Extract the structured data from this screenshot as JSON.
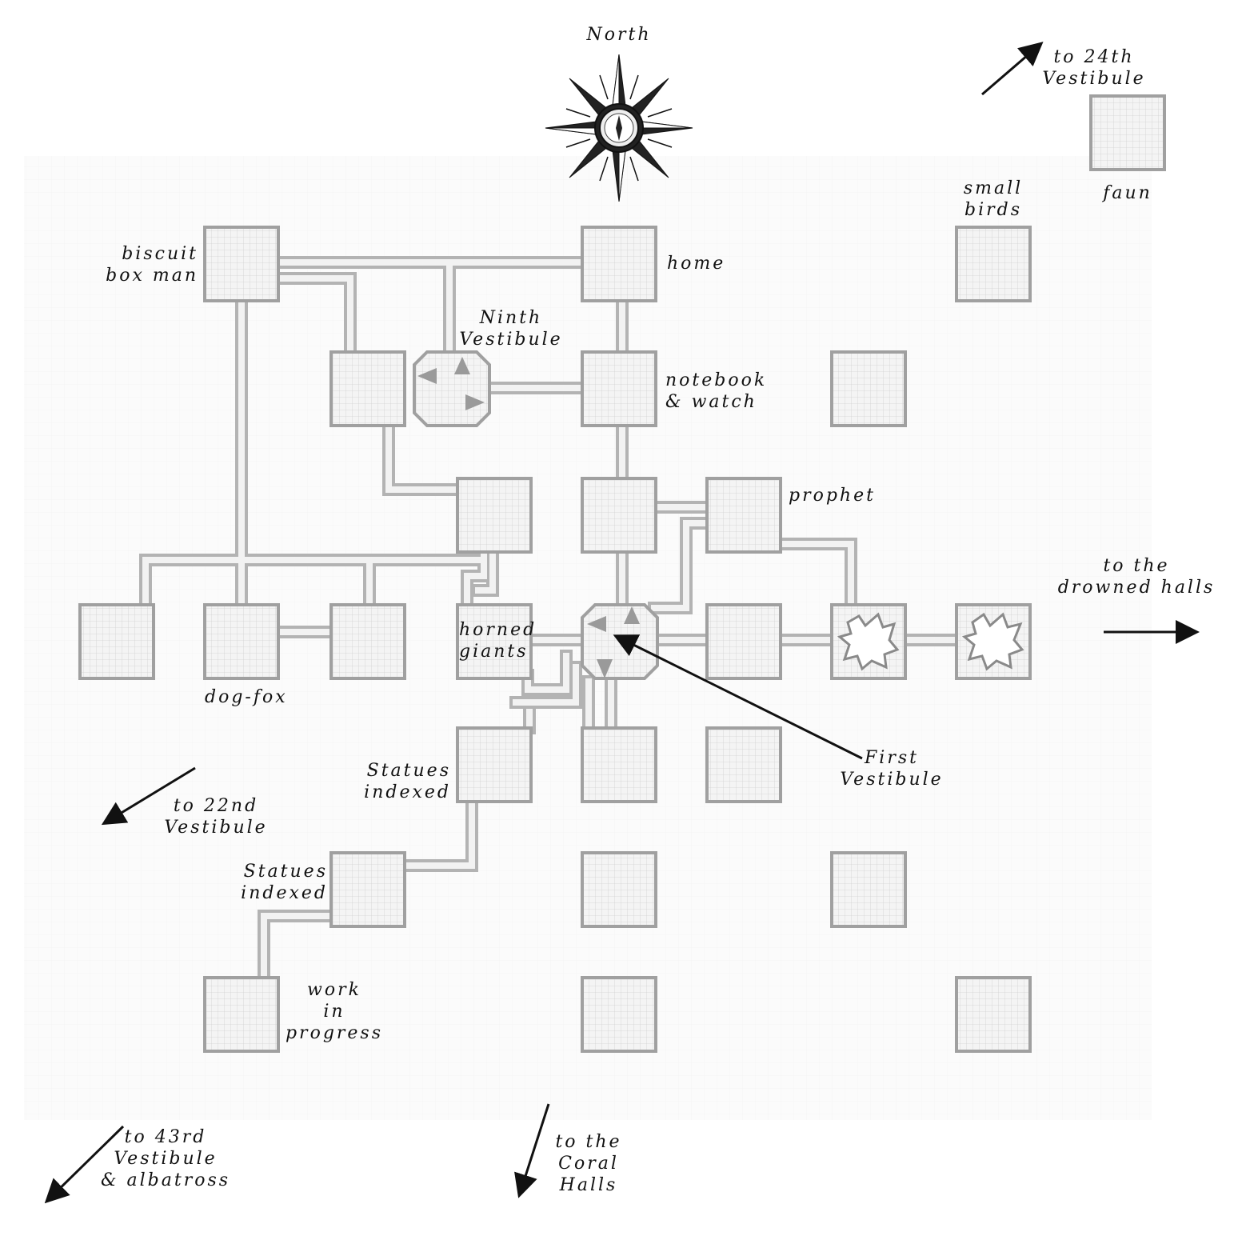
{
  "compass": {
    "label": "North",
    "icon": "compass-rose-icon"
  },
  "room_labels": {
    "biscuit_box_man": "biscuit\nbox man",
    "home": "home",
    "ninth_vestibule": "Ninth\nVestibule",
    "notebook_watch": "notebook\n& watch",
    "small_birds": "small\nbirds",
    "faun": "faun",
    "prophet": "prophet",
    "horned_giants": "horned\ngiants",
    "dog_fox": "dog-fox",
    "first_vestibule": "First\nVestibule",
    "statues_indexed_1": "Statues\nindexed",
    "statues_indexed_2": "Statues\nindexed",
    "work_in_progress": "work\nin\nprogress"
  },
  "exits": {
    "to_24th": "to 24th\nVestibule",
    "to_drowned_halls": "to the\ndrowned halls",
    "to_22nd": "to 22nd\nVestibule",
    "to_43rd": "to 43rd\nVestibule\n& albatross",
    "to_coral_halls": "to the\nCoral\nHalls"
  },
  "colors": {
    "ink": "#111111",
    "floor": "#f3f3f3",
    "grid": "#d4d4d4",
    "wall": "#9c9c9c"
  }
}
